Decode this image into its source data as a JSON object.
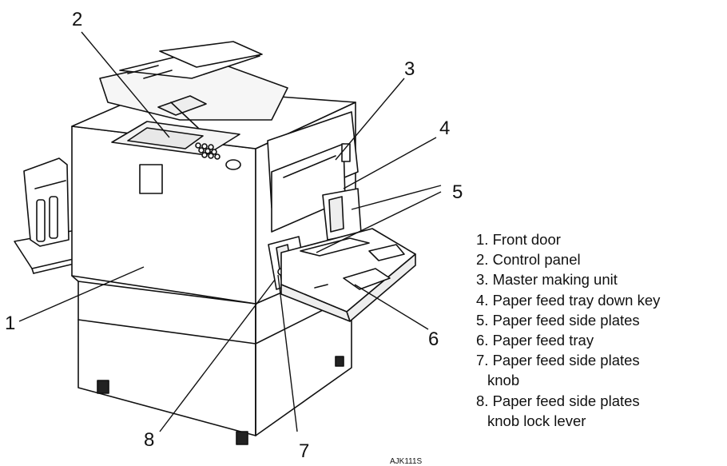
{
  "callouts": [
    "1",
    "2",
    "3",
    "4",
    "5",
    "6",
    "7",
    "8"
  ],
  "figure_code": "AJK111S",
  "legend": [
    {
      "number": "1.",
      "text": "Front door"
    },
    {
      "number": "2.",
      "text": "Control panel"
    },
    {
      "number": "3.",
      "text": "Master making unit"
    },
    {
      "number": "4.",
      "text": "Paper feed tray down key"
    },
    {
      "number": "5.",
      "text": "Paper feed side plates"
    },
    {
      "number": "6.",
      "text": "Paper feed tray"
    },
    {
      "number": "7.",
      "text": "Paper feed side plates",
      "text2": "knob"
    },
    {
      "number": "8.",
      "text": "Paper feed side plates",
      "text2": "knob lock lever"
    }
  ]
}
